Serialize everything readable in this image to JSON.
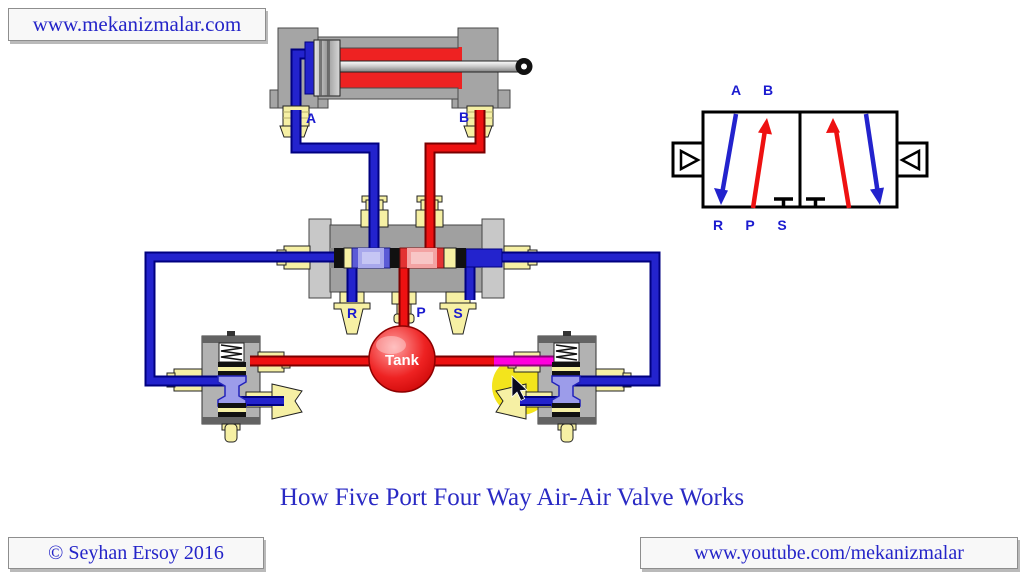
{
  "branding": {
    "site_url": "www.mekanizmalar.com",
    "copyright": "© Seyhan Ersoy 2016",
    "youtube_url": "www.youtube.com/mekanizmalar"
  },
  "title": "How Five Port Four Way Air-Air Valve Works",
  "labels": {
    "cylinder_port_a": "A",
    "cylinder_port_b": "B",
    "valve_port_r": "R",
    "valve_port_p": "P",
    "valve_port_s": "S",
    "tank": "Tank",
    "schematic_a": "A",
    "schematic_b": "B",
    "schematic_r": "R",
    "schematic_p": "P",
    "schematic_s": "S"
  },
  "colors": {
    "tube_blue": "#2323cd",
    "tube_red": "#ee1111",
    "pilot_signal_magenta": "#ff00dd",
    "click_highlight_yellow": "#f3e41c",
    "fitting_yellow": "#f6f0a4",
    "body_gray": "#a9a9a9",
    "label_blue": "#1b1bcf",
    "tank_red": "#e00000",
    "link_text_blue": "#2424c8"
  }
}
